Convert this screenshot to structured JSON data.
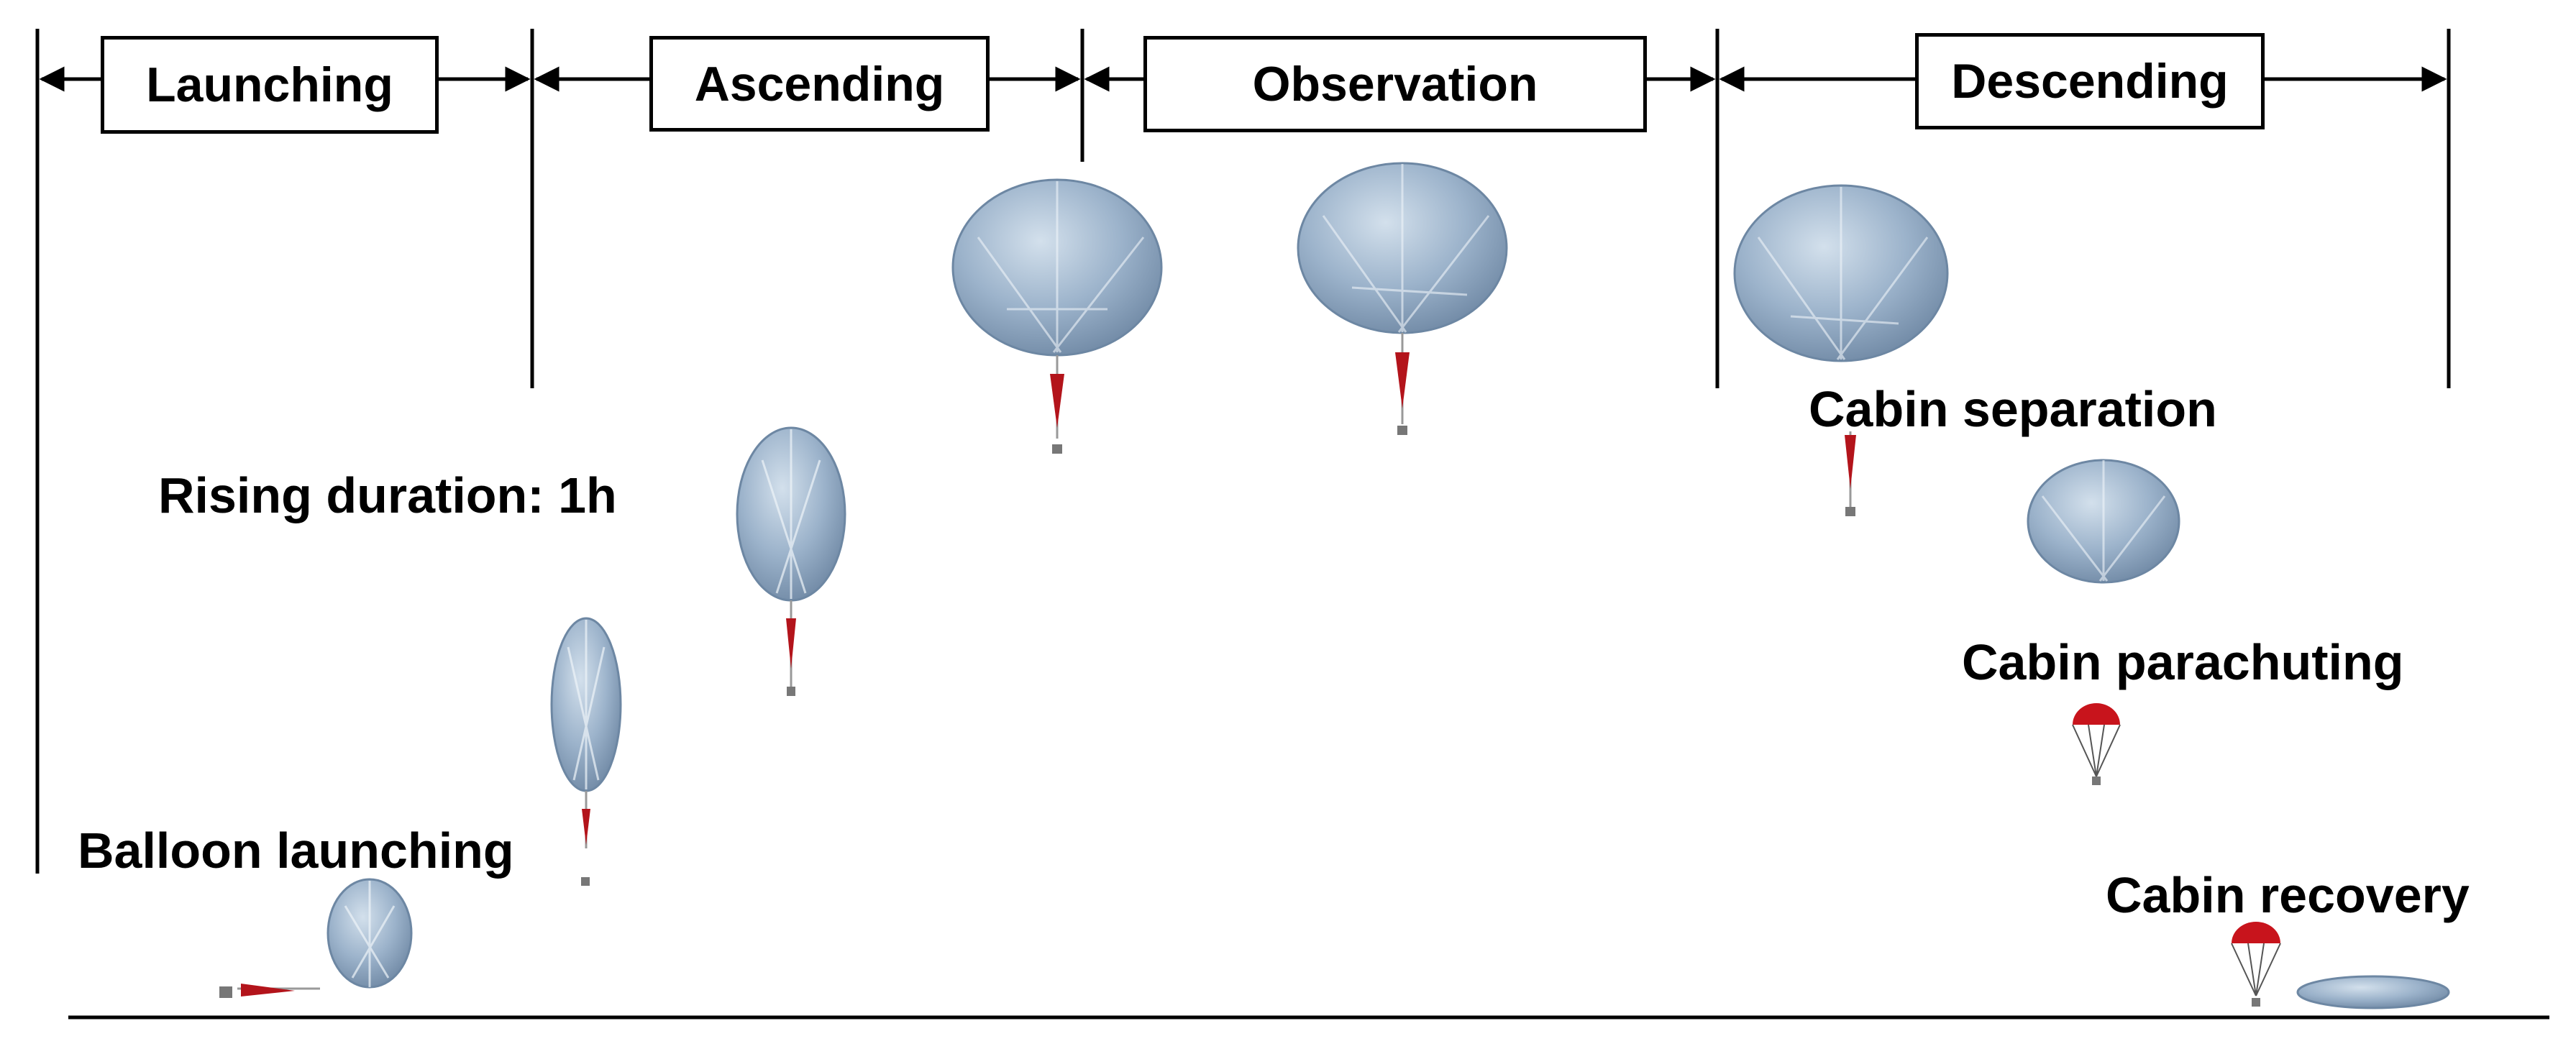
{
  "phases": [
    {
      "id": "launching",
      "label": "Launching"
    },
    {
      "id": "ascending",
      "label": "Ascending"
    },
    {
      "id": "observation",
      "label": "Observation"
    },
    {
      "id": "descending",
      "label": "Descending"
    }
  ],
  "annotations": {
    "balloon_launching": "Balloon launching",
    "rising_duration": "Rising duration: 1h",
    "cabin_separation": "Cabin separation",
    "cabin_parachuting": "Cabin parachuting",
    "cabin_recovery": "Cabin recovery"
  },
  "colors": {
    "balloon_fill": "#8fa7c1",
    "balloon_edge": "#6d87a3",
    "payload": "#b3141b",
    "parachute": "#c8141c",
    "line": "#000000"
  }
}
